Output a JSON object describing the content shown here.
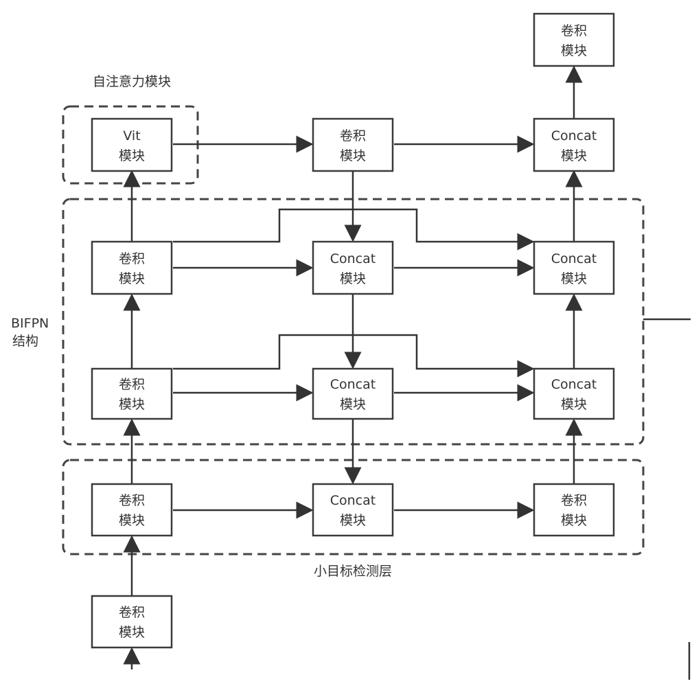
{
  "labels": {
    "attention": "自注意力模块",
    "bifpn_line1": "BIFPN",
    "bifpn_line2": "结构",
    "small": "小目标检测层"
  },
  "nodes": {
    "top_conv": [
      "卷积",
      "模块"
    ],
    "vit": [
      "Vit",
      "模块"
    ],
    "conv_top_mid": [
      "卷积",
      "模块"
    ],
    "concat_top_right": [
      "Concat",
      "模块"
    ],
    "left1": [
      "卷积",
      "模块"
    ],
    "mid1": [
      "Concat",
      "模块"
    ],
    "right1": [
      "Concat",
      "模块"
    ],
    "left2": [
      "卷积",
      "模块"
    ],
    "mid2": [
      "Concat",
      "模块"
    ],
    "right2": [
      "Concat",
      "模块"
    ],
    "left3": [
      "卷积",
      "模块"
    ],
    "mid3": [
      "Concat",
      "模块"
    ],
    "right3": [
      "卷积",
      "模块"
    ],
    "bottom_conv": [
      "卷积",
      "模块"
    ]
  },
  "colors": {
    "line": "#333333",
    "box_border": "#3a3a3a"
  }
}
